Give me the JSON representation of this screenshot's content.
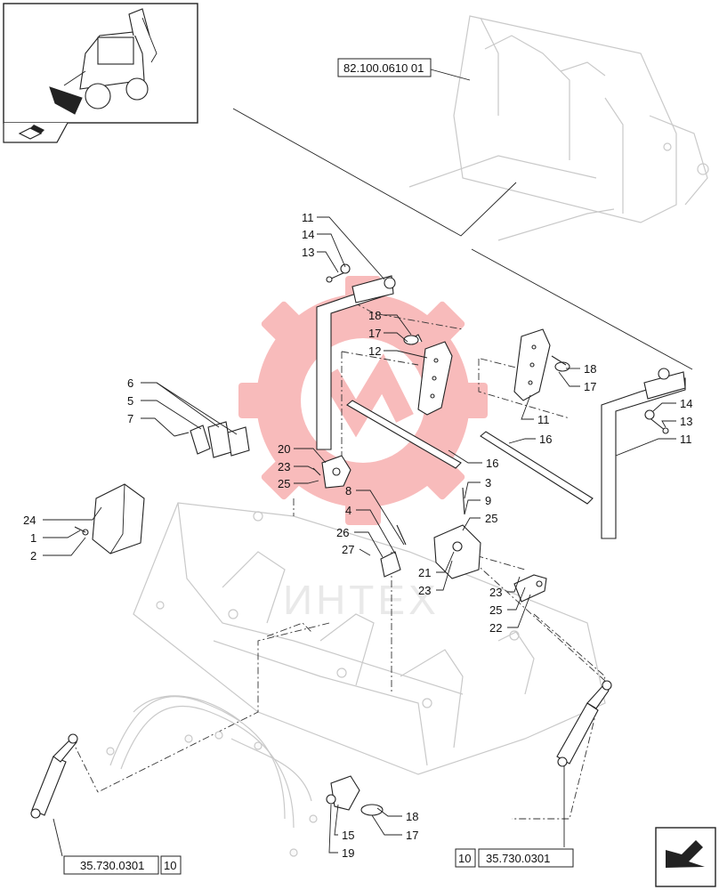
{
  "header": {
    "nav_icon": "book-page-arrow-icon",
    "thumbnail": "backhoe-loader-thumbnail"
  },
  "references": {
    "top_ref": "82.100.0610 01",
    "bottom_left_ref": "35.730.0301",
    "bottom_left_page": "10",
    "bottom_right_page": "10",
    "bottom_right_ref": "35.730.0301"
  },
  "watermark": {
    "text": "ИНТЕХ",
    "logo": "gear-logo-icon",
    "color": "#f06060"
  },
  "callouts": [
    {
      "id": "c-11a",
      "label": "11"
    },
    {
      "id": "c-14a",
      "label": "14"
    },
    {
      "id": "c-13a",
      "label": "13"
    },
    {
      "id": "c-18a",
      "label": "18"
    },
    {
      "id": "c-17a",
      "label": "17"
    },
    {
      "id": "c-12",
      "label": "12"
    },
    {
      "id": "c-18b",
      "label": "18"
    },
    {
      "id": "c-17b",
      "label": "17"
    },
    {
      "id": "c-11b",
      "label": "11"
    },
    {
      "id": "c-14b",
      "label": "14"
    },
    {
      "id": "c-13b",
      "label": "13"
    },
    {
      "id": "c-11c",
      "label": "11"
    },
    {
      "id": "c-16a",
      "label": "16"
    },
    {
      "id": "c-16b",
      "label": "16"
    },
    {
      "id": "c-6",
      "label": "6"
    },
    {
      "id": "c-5",
      "label": "5"
    },
    {
      "id": "c-7",
      "label": "7"
    },
    {
      "id": "c-20",
      "label": "20"
    },
    {
      "id": "c-23a",
      "label": "23"
    },
    {
      "id": "c-25a",
      "label": "25"
    },
    {
      "id": "c-8",
      "label": "8"
    },
    {
      "id": "c-4",
      "label": "4"
    },
    {
      "id": "c-3",
      "label": "3"
    },
    {
      "id": "c-9",
      "label": "9"
    },
    {
      "id": "c-25b",
      "label": "25"
    },
    {
      "id": "c-24",
      "label": "24"
    },
    {
      "id": "c-1",
      "label": "1"
    },
    {
      "id": "c-2",
      "label": "2"
    },
    {
      "id": "c-26",
      "label": "26"
    },
    {
      "id": "c-27",
      "label": "27"
    },
    {
      "id": "c-21",
      "label": "21"
    },
    {
      "id": "c-23b",
      "label": "23"
    },
    {
      "id": "c-23c",
      "label": "23"
    },
    {
      "id": "c-25c",
      "label": "25"
    },
    {
      "id": "c-22",
      "label": "22"
    },
    {
      "id": "c-18c",
      "label": "18"
    },
    {
      "id": "c-15",
      "label": "15"
    },
    {
      "id": "c-17c",
      "label": "17"
    },
    {
      "id": "c-19",
      "label": "19"
    }
  ]
}
